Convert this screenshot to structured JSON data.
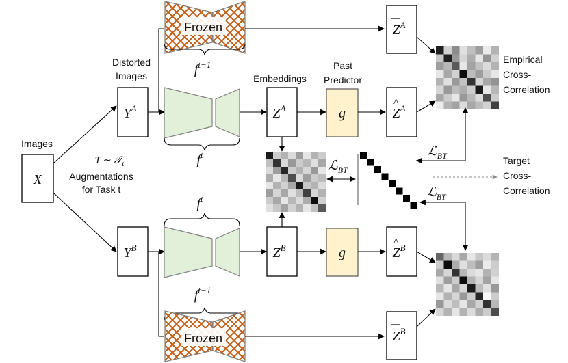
{
  "labels": {
    "images": "Images",
    "distorted_line1": "Distorted",
    "distorted_line2": "Images",
    "embeddings": "Embeddings",
    "past_line1": "Past",
    "past_line2": "Predictor",
    "empirical_line1": "Empirical",
    "empirical_line2": "Cross-",
    "empirical_line3": "Correlation",
    "target_line1": "Target",
    "target_line2": "Cross-",
    "target_line3": "Correlation",
    "aug_t": "T ∼ 𝒯",
    "aug_t_sub": "t",
    "aug_line2": "Augmentations",
    "aug_line3": "for Task t"
  },
  "frozen_label": "Frozen",
  "math": {
    "X": "X",
    "YA_base": "Y",
    "YA_sup": "A",
    "YB_base": "Y",
    "YB_sup": "B",
    "ZA_base": "Z",
    "ZA_sup": "A",
    "ZB_base": "Z",
    "ZB_sup": "B",
    "g": "g",
    "f": "f",
    "f_prev_sup": "t−1",
    "f_cur_sup": "t",
    "hat_ZA": "Z",
    "hat_ZA_sup": "A",
    "hat_ZB": "Z",
    "hat_ZB_sup": "B",
    "bar_ZA": "Z",
    "bar_ZA_sup": "A",
    "bar_ZB": "Z",
    "bar_ZB_sup": "B",
    "loss": "ℒ",
    "loss_sub": "BT"
  },
  "colors": {
    "encoder_fill": "#e2efd9",
    "predictor_fill": "#fff2cc",
    "frozen_hatch": "#c55a11"
  },
  "matrices": {
    "top": [
      [
        0.12,
        0.82,
        0.55,
        0.88,
        0.75,
        0.62,
        0.92,
        0.7
      ],
      [
        0.78,
        0.12,
        0.6,
        0.84,
        0.68,
        0.9,
        0.58,
        0.82
      ],
      [
        0.62,
        0.72,
        0.35,
        0.9,
        0.64,
        0.76,
        0.86,
        0.7
      ],
      [
        0.9,
        0.66,
        0.82,
        0.05,
        0.74,
        0.62,
        0.8,
        0.9
      ],
      [
        0.7,
        0.88,
        0.6,
        0.76,
        0.2,
        0.84,
        0.66,
        0.58
      ],
      [
        0.84,
        0.6,
        0.74,
        0.68,
        0.8,
        0.1,
        0.9,
        0.72
      ],
      [
        0.66,
        0.8,
        0.9,
        0.6,
        0.72,
        0.86,
        0.3,
        0.8
      ],
      [
        0.92,
        0.7,
        0.64,
        0.86,
        0.66,
        0.74,
        0.82,
        0.25
      ]
    ],
    "mid": [
      [
        0.1,
        0.8,
        0.7,
        0.86,
        0.62,
        0.9,
        0.7,
        0.8
      ],
      [
        0.75,
        0.2,
        0.85,
        0.6,
        0.8,
        0.72,
        0.88,
        0.66
      ],
      [
        0.86,
        0.62,
        0.15,
        0.8,
        0.7,
        0.84,
        0.6,
        0.9
      ],
      [
        0.68,
        0.9,
        0.72,
        0.3,
        0.86,
        0.62,
        0.8,
        0.74
      ],
      [
        0.9,
        0.7,
        0.82,
        0.66,
        0.1,
        0.78,
        0.7,
        0.86
      ],
      [
        0.62,
        0.84,
        0.66,
        0.88,
        0.74,
        0.25,
        0.84,
        0.7
      ],
      [
        0.8,
        0.66,
        0.9,
        0.72,
        0.86,
        0.68,
        0.05,
        0.82
      ],
      [
        0.88,
        0.78,
        0.64,
        0.82,
        0.7,
        0.9,
        0.76,
        0.35
      ]
    ],
    "bottom": [
      [
        0.4,
        0.72,
        0.85,
        0.66,
        0.9,
        0.78,
        0.86,
        0.7
      ],
      [
        0.8,
        0.05,
        0.68,
        0.88,
        0.74,
        0.62,
        0.92,
        0.8
      ],
      [
        0.66,
        0.84,
        0.2,
        0.72,
        0.86,
        0.9,
        0.7,
        0.82
      ],
      [
        0.88,
        0.62,
        0.8,
        0.05,
        0.7,
        0.84,
        0.64,
        0.9
      ],
      [
        0.72,
        0.9,
        0.66,
        0.84,
        0.1,
        0.74,
        0.88,
        0.6
      ],
      [
        0.9,
        0.7,
        0.84,
        0.6,
        0.8,
        0.15,
        0.98,
        0.8
      ],
      [
        0.6,
        0.86,
        0.74,
        0.9,
        0.66,
        0.82,
        0.2,
        0.72
      ],
      [
        0.84,
        0.7,
        0.9,
        0.7,
        0.86,
        0.68,
        0.8,
        0.3
      ]
    ]
  }
}
